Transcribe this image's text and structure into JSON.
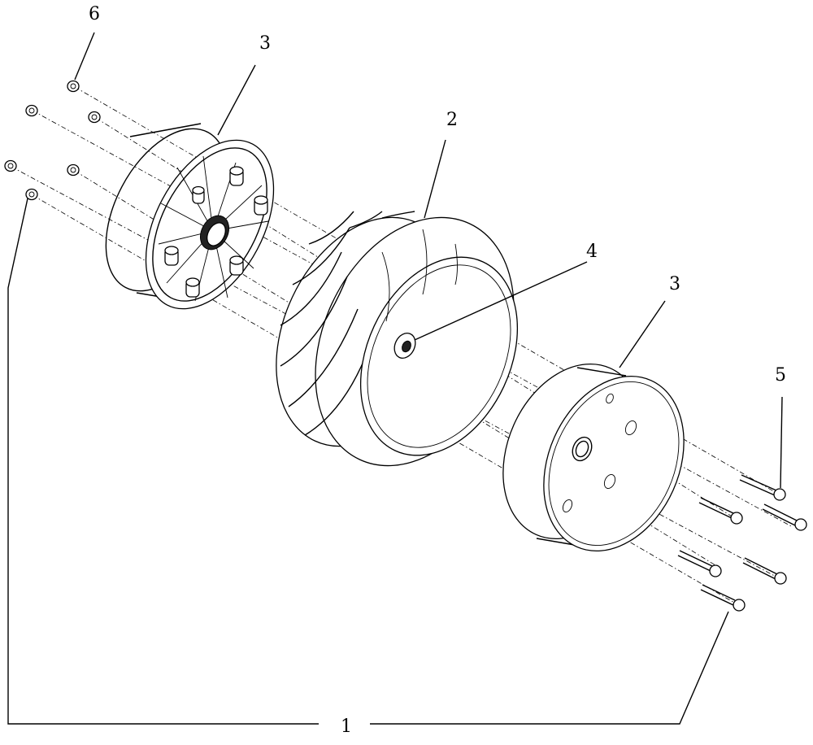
{
  "callouts": {
    "item_1": "1",
    "item_2": "2",
    "item_3_left": "3",
    "item_3_right": "3",
    "item_4": "4",
    "item_5": "5",
    "item_6": "6"
  },
  "colors": {
    "line": "#000000",
    "background": "#ffffff"
  }
}
